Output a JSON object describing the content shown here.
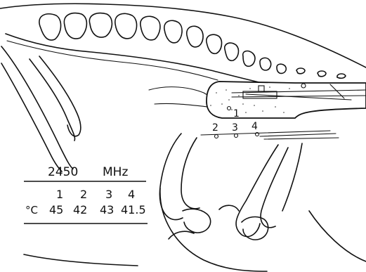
{
  "figure": {
    "probe_labels": [
      "1",
      "2",
      "3",
      "4"
    ],
    "table": {
      "frequency_value": "2450",
      "frequency_unit": "MHz",
      "columns": [
        "1",
        "2",
        "3",
        "4"
      ],
      "row_unit": "°C",
      "values": [
        "45",
        "42",
        "43",
        "41.5"
      ]
    }
  }
}
